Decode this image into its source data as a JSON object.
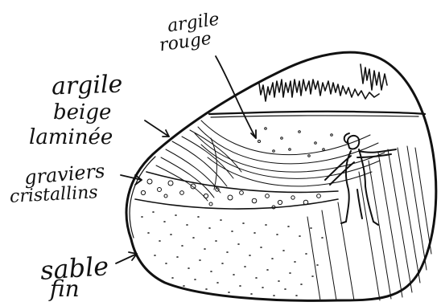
{
  "labels": {
    "argile_rouge": [
      "argile",
      "rouge"
    ],
    "argile_beige": [
      "argile",
      "beige",
      "laminée"
    ],
    "graviers": [
      "graviers",
      "cristallins"
    ],
    "sable": [
      "sable",
      "fin"
    ]
  },
  "colors": {
    "ink": "#111111",
    "paper": "#ffffff"
  }
}
